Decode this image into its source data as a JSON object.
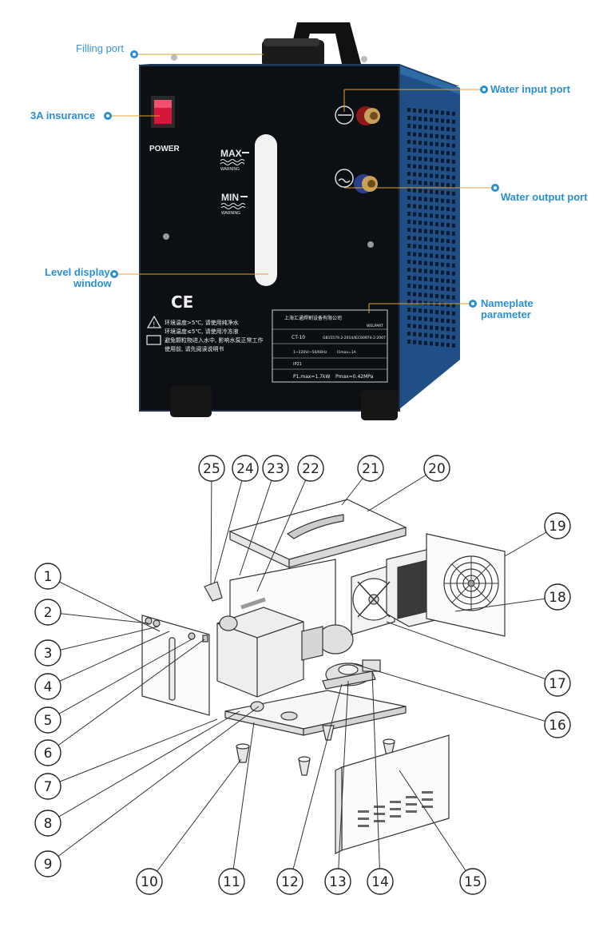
{
  "callouts": {
    "filling_port": "Filling port",
    "insurance": "3A insurance",
    "water_input": "Water input port",
    "water_output": "Water output port",
    "level_display_1": "Level display",
    "level_display_2": "window",
    "nameplate_1": "Nameplate",
    "nameplate_2": "parameter"
  },
  "panel": {
    "power": "POWER",
    "max": "MAX",
    "min": "MIN",
    "warning": "WARNING",
    "ce": "CE",
    "warn_line1": "环境温度>5℃, 请使用纯净水",
    "warn_line2": "环境温度≤5℃, 请使用冷冻液",
    "warn_line3": "避免颗粒物进入水中, 影响水泵正常工作",
    "warn_line4": "使用前, 请先阅读说明书"
  },
  "nameplate": {
    "company": "上海汇通焊割设备有限公司",
    "brand": "WELPART",
    "model": "CT-10",
    "standard": "GB15579.2-2014/IEC60974-2:2007",
    "ip": "IP21",
    "supply": "1~220V/~50/60Hz",
    "current": "I1max=1A",
    "power": "P1,max=1.7kW",
    "pressure": "Pmax=0.42MPa"
  },
  "parts": [
    "1",
    "2",
    "3",
    "4",
    "5",
    "6",
    "7",
    "8",
    "9",
    "10",
    "11",
    "12",
    "13",
    "14",
    "15",
    "16",
    "17",
    "18",
    "19",
    "20",
    "21",
    "22",
    "23",
    "24",
    "25"
  ],
  "colors": {
    "accent": "#2a8fd0",
    "panel": "#0c0f14",
    "cabinet": "#1f4f86",
    "switch": "#d7163b"
  }
}
